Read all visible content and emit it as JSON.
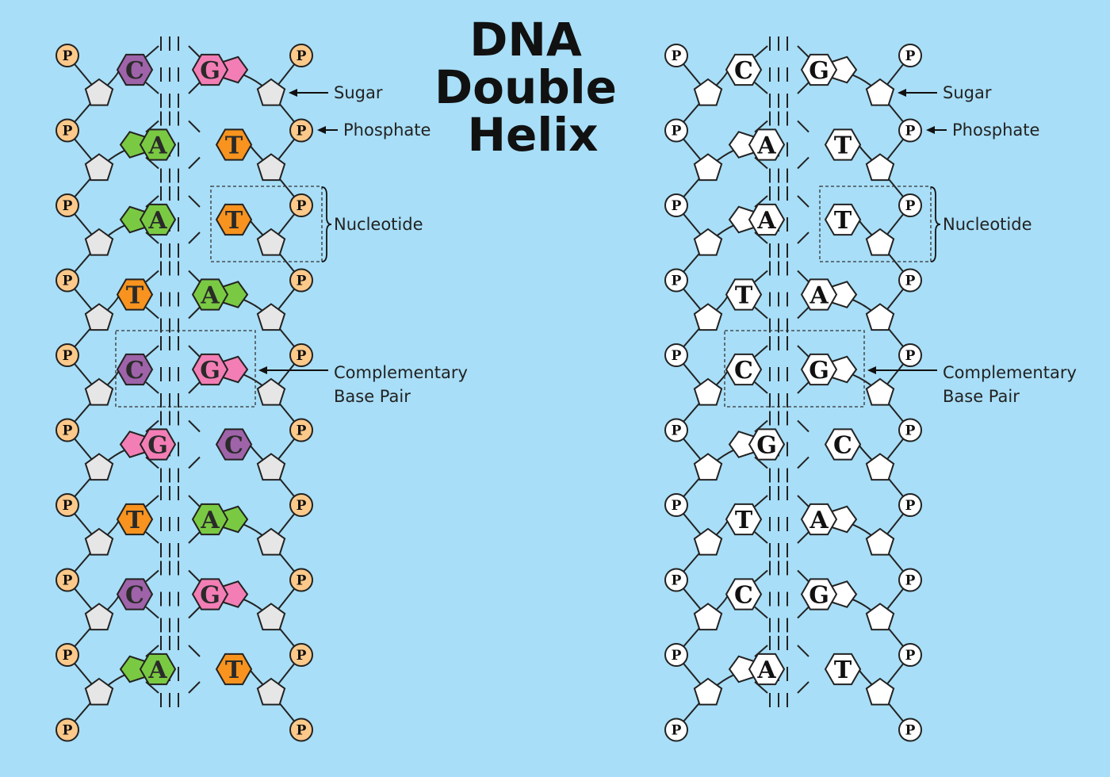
{
  "title": {
    "line1": "DNA",
    "line2": "Double",
    "line3": "Helix"
  },
  "phosphate_label": "P",
  "pairs": [
    {
      "left": "C",
      "right": "G"
    },
    {
      "left": "A",
      "right": "T"
    },
    {
      "left": "A",
      "right": "T"
    },
    {
      "left": "T",
      "right": "A"
    },
    {
      "left": "C",
      "right": "G"
    },
    {
      "left": "G",
      "right": "C"
    },
    {
      "left": "T",
      "right": "A"
    },
    {
      "left": "C",
      "right": "G"
    },
    {
      "left": "A",
      "right": "T"
    }
  ],
  "base_colors": {
    "A": "#7ac943",
    "T": "#f7931e",
    "C": "#9e63a8",
    "G": "#f27eb5"
  },
  "colors": {
    "background": "#a8def7",
    "phosphate": "#fdc98a",
    "sugar": "#e6e6e6",
    "mono_fill": "#ffffff",
    "stroke": "#222222"
  },
  "labels": {
    "sugar": "Sugar",
    "phosphate": "Phosphate",
    "nucleotide": "Nucleotide",
    "complementary_line1": "Complementary",
    "complementary_line2": "Base Pair"
  },
  "panels": [
    {
      "style": "color"
    },
    {
      "style": "mono"
    }
  ]
}
